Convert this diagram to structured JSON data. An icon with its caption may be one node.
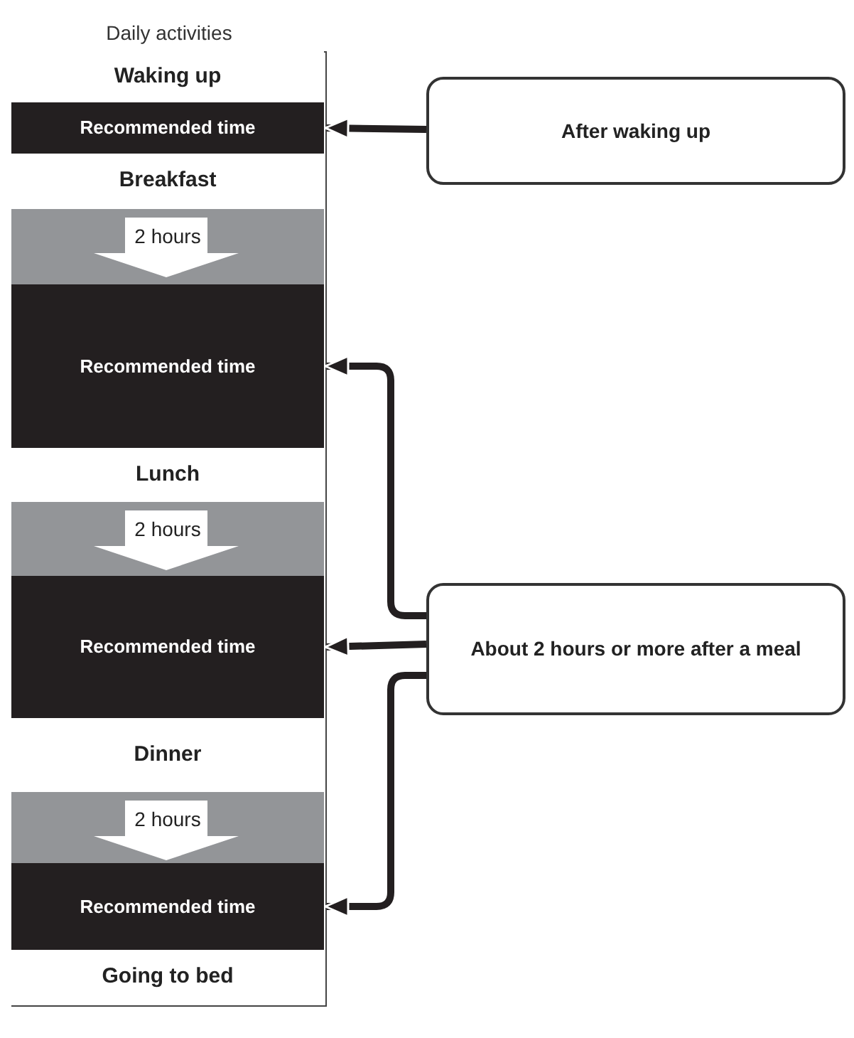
{
  "diagram": {
    "nodes": [
      {
        "text": [
          "Daily activities"
        ]
      },
      {
        "text": [
          "Waking up"
        ],
        "in": 0
      },
      {
        "text": [
          "Recommended time"
        ],
        "in": 0
      },
      {
        "text": [
          "Breakfast"
        ],
        "in": 0
      },
      {
        "text": [
          "2 hours"
        ],
        "in": 0
      },
      {
        "text": [
          "Recommended time"
        ],
        "in": 0
      },
      {
        "text": [
          "Lunch"
        ],
        "in": 0
      },
      {
        "text": [
          "2 hours"
        ],
        "in": 0
      },
      {
        "text": [
          "Recommended time"
        ],
        "in": 0
      },
      {
        "text": [
          "Dinner"
        ],
        "in": 0
      },
      {
        "text": [
          "2 hours"
        ],
        "in": 0
      },
      {
        "text": [
          "Recommended time"
        ],
        "in": 0
      },
      {
        "text": [
          "Going to bed"
        ],
        "in": 0
      },
      {
        "text": [
          "After waking up"
        ]
      },
      {
        "text": [
          "About 2 hours or more after a meal"
        ]
      }
    ],
    "edges": [
      {
        "from": 13,
        "to": 2,
        "arrow": "to"
      },
      {
        "from": 14,
        "to": 5,
        "arrow": "to"
      },
      {
        "from": 14,
        "to": 8,
        "arrow": "to"
      },
      {
        "from": 14,
        "to": 11,
        "arrow": "to"
      }
    ]
  }
}
